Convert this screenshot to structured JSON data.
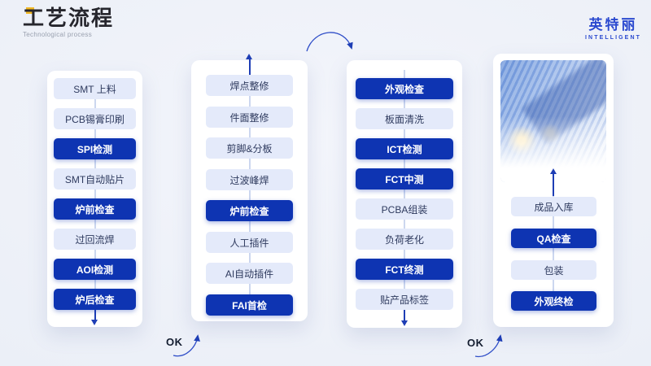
{
  "header": {
    "title": "工艺流程",
    "subtitle": "Technological process"
  },
  "brand": {
    "name": "英特丽",
    "tagline": "INTELLIGENT"
  },
  "flow": {
    "connectors": [
      {
        "label": "OK"
      },
      {
        "label": "OK"
      }
    ],
    "columns": [
      {
        "name": "smt-stage",
        "direction": "down",
        "steps": [
          {
            "label": "SMT 上料",
            "highlight": false
          },
          {
            "label": "PCB锡膏印刷",
            "highlight": false
          },
          {
            "label": "SPI检测",
            "highlight": true
          },
          {
            "label": "SMT自动贴片",
            "highlight": false
          },
          {
            "label": "炉前检查",
            "highlight": true
          },
          {
            "label": "过回流焊",
            "highlight": false
          },
          {
            "label": "AOI检测",
            "highlight": true
          },
          {
            "label": "炉后检查",
            "highlight": true
          }
        ]
      },
      {
        "name": "dip-stage",
        "direction": "up",
        "steps": [
          {
            "label": "焊点整修",
            "highlight": false
          },
          {
            "label": "件面整修",
            "highlight": false
          },
          {
            "label": "剪脚&分板",
            "highlight": false
          },
          {
            "label": "过波峰焊",
            "highlight": false
          },
          {
            "label": "炉前检查",
            "highlight": true
          },
          {
            "label": "人工插件",
            "highlight": false
          },
          {
            "label": "AI自动插件",
            "highlight": false
          },
          {
            "label": "FAI首检",
            "highlight": true
          }
        ]
      },
      {
        "name": "test-stage",
        "direction": "down",
        "steps": [
          {
            "label": "外观检查",
            "highlight": true
          },
          {
            "label": "板面清洗",
            "highlight": false
          },
          {
            "label": "ICT检测",
            "highlight": true
          },
          {
            "label": "FCT中测",
            "highlight": true
          },
          {
            "label": "PCBA组装",
            "highlight": false
          },
          {
            "label": "负荷老化",
            "highlight": false
          },
          {
            "label": "FCT终测",
            "highlight": true
          },
          {
            "label": "贴产品标签",
            "highlight": false
          }
        ]
      },
      {
        "name": "final-stage",
        "direction": "up",
        "steps": [
          {
            "label": "成品入库",
            "highlight": false
          },
          {
            "label": "QA检查",
            "highlight": true
          },
          {
            "label": "包装",
            "highlight": false
          },
          {
            "label": "外观终检",
            "highlight": true
          }
        ]
      }
    ]
  },
  "colors": {
    "highlight_pill": "#0E34B2",
    "light_pill": "#E4EAFA",
    "pill_text_dark": "#2E3A5E",
    "arrow_blue": "#1E3EB5",
    "accent_yellow": "#F2B824",
    "brand_blue": "#2A49CF",
    "background": "#EBEFF7",
    "card": "#FFFFFF"
  }
}
